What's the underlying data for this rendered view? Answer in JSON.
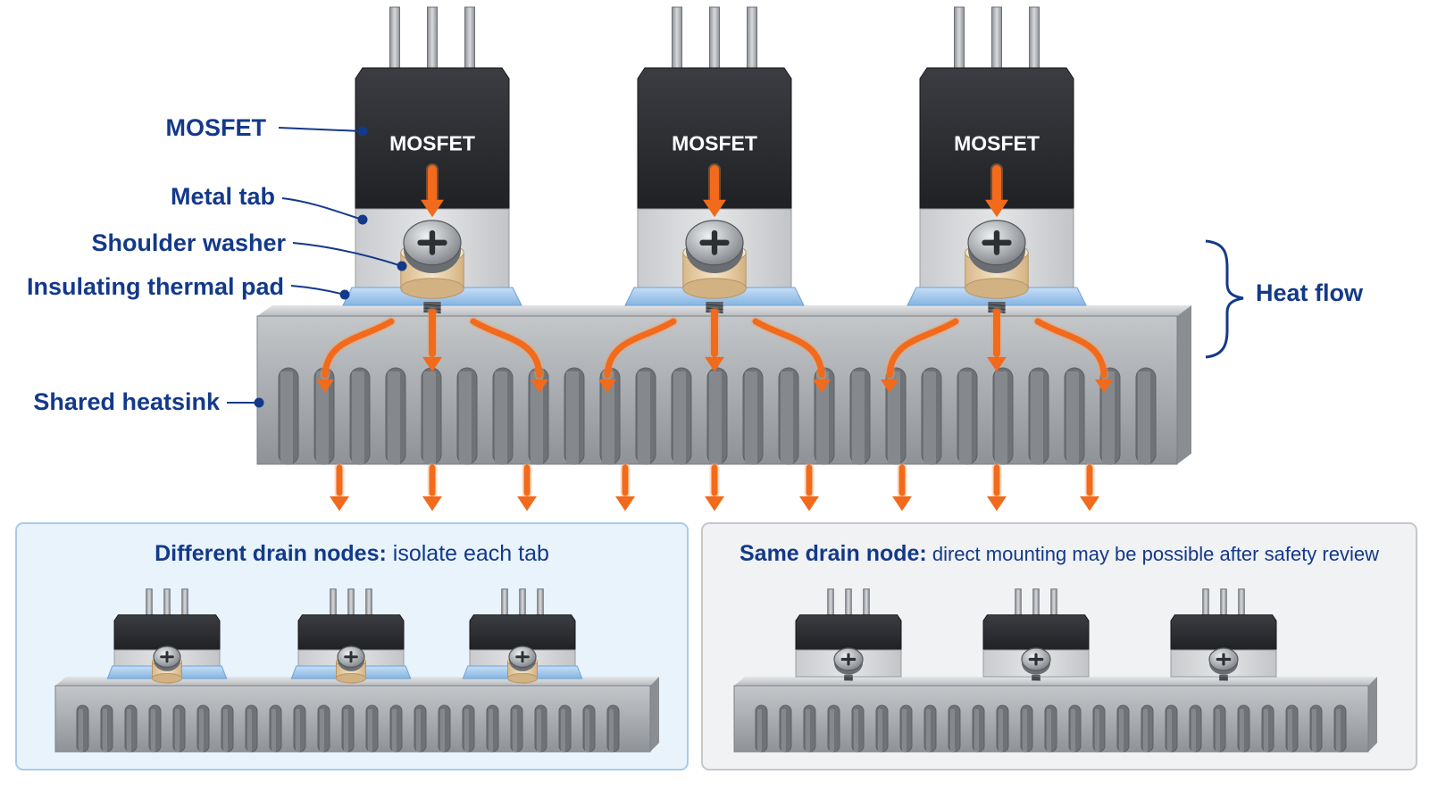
{
  "main_view": {
    "mosfet_text": "MOSFET",
    "labels": {
      "mosfet": "MOSFET",
      "metal_tab": "Metal tab",
      "shoulder_washer": "Shoulder washer",
      "thermal_pad": "Insulating thermal pad",
      "heatsink": "Shared heatsink",
      "heat_flow": "Heat flow"
    }
  },
  "panels": {
    "left": {
      "title_strong": "Different drain nodes:",
      "title_rest": " isolate each tab",
      "background": "#e8f3fc",
      "border": "#a9cbe8"
    },
    "right": {
      "title_strong": "Same drain node:",
      "title_rest": " direct mounting may be possible after safety review",
      "background": "#f1f2f4",
      "border": "#c4c7cc"
    }
  },
  "colors": {
    "label_blue": "#13398a",
    "arrow_orange": "#f26a1b",
    "mosfet_body": "#2a2c30",
    "metal_tab": "#d5d7da",
    "thermal_pad": "#9fc6ea",
    "washer": "#efd6ad",
    "heatsink": "#a6aaae"
  },
  "icons": [
    "phillips-screw-icon",
    "shoulder-washer-icon",
    "heat-arrow-icon"
  ]
}
